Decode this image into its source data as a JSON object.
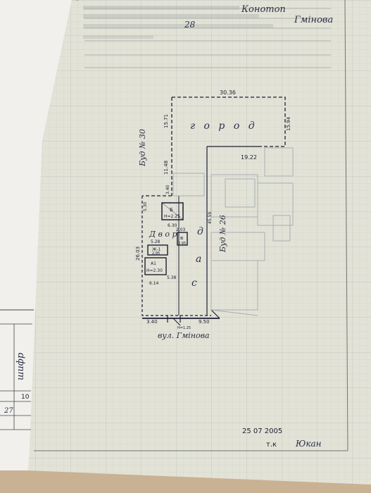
{
  "header": {
    "owner_name": "Конотоп",
    "street_handwritten": "Гмінова",
    "house_number": "28"
  },
  "plan": {
    "dim_top": "30.36",
    "dim_left_upper": "15.71",
    "dim_right_upper": "15.94",
    "dim_left_mid": "11.48",
    "dim_right_mid": "19.22",
    "dim_small_1": "3.40",
    "dim_small_2": "5.30",
    "dim_left_lower": "26.03",
    "dim_inner_1": "5.28",
    "dim_inner_2": "6.14",
    "dim_bottom_left": "3.40",
    "dim_bottom_right": "9.50",
    "dim_inner_vertical": "45.59",
    "garden_label": "г о р о д",
    "yard_label": "Д в о р",
    "side_label_left": "Буд № 30",
    "side_label_right": "Буд № 26",
    "street_label": "вул. Гмінова",
    "letter_a": "а",
    "letter_c": "с",
    "letter_d": "д",
    "bldg_b_label": "Б",
    "bldg_b_height": "Н=2.25",
    "bldg_v_label": "в",
    "bldg_v_height": "2.95",
    "shed_label": "Ж-1",
    "shed_dims": "2.95",
    "shed2_label": "А1",
    "shed2_height": "Н=2.30",
    "gate_label": "Н=1.25",
    "dim_a": "2.03",
    "dim_b": "6.30",
    "dim_c": "5.38"
  },
  "sheet_left": {
    "field_word": "шифр",
    "cell_1": "10",
    "cell_2": "27"
  },
  "footer": {
    "date": "25  07  2005",
    "signature_caption": "т.к",
    "signature_name": "Юкан"
  }
}
